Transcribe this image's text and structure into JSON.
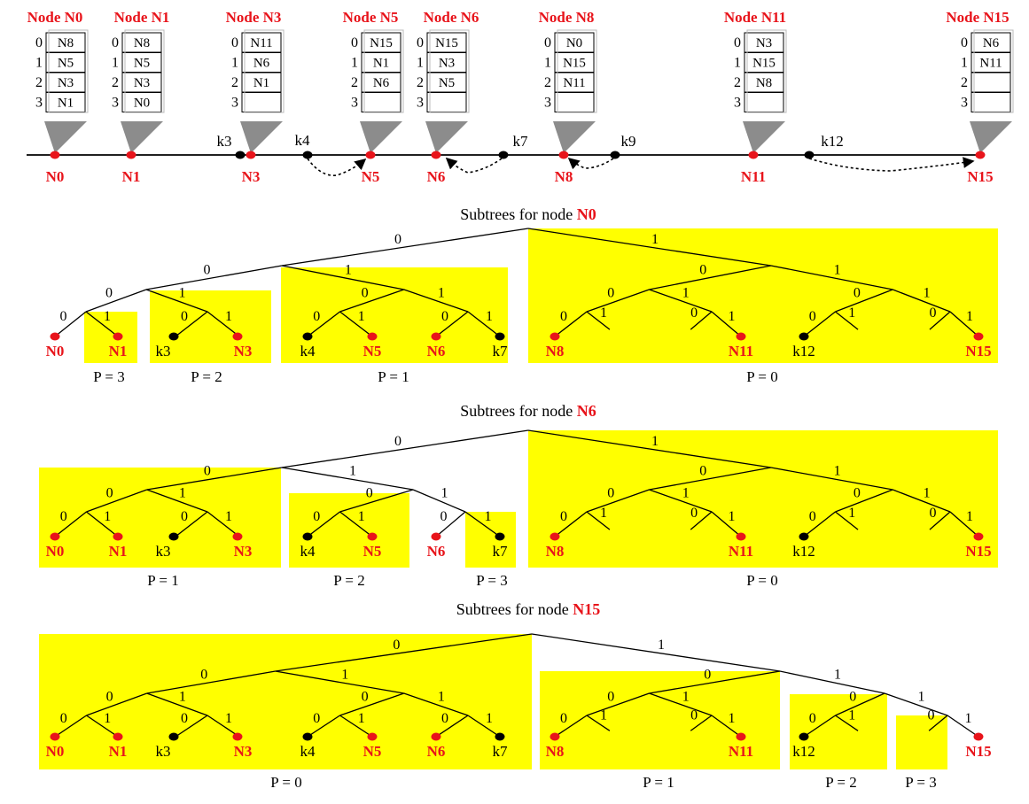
{
  "colors": {
    "red": "#e8141b",
    "black": "#000000",
    "highlight": "#ffff00",
    "cone": "#8c8c8c"
  },
  "top": {
    "nodes": [
      {
        "header": "Node N0",
        "label": "N0",
        "entries": [
          "N8",
          "N5",
          "N3",
          "N1"
        ]
      },
      {
        "header": "Node N1",
        "label": "N1",
        "entries": [
          "N8",
          "N5",
          "N3",
          "N0"
        ]
      },
      {
        "header": "Node N3",
        "label": "N3",
        "entries": [
          "N11",
          "N6",
          "N1",
          ""
        ]
      },
      {
        "header": "Node N5",
        "label": "N5",
        "entries": [
          "N15",
          "N1",
          "N6",
          ""
        ]
      },
      {
        "header": "Node N6",
        "label": "N6",
        "entries": [
          "N15",
          "N3",
          "N5",
          ""
        ]
      },
      {
        "header": "Node N8",
        "label": "N8",
        "entries": [
          "N0",
          "N15",
          "N11",
          ""
        ]
      },
      {
        "header": "Node N11",
        "label": "N11",
        "entries": [
          "N3",
          "N15",
          "N8",
          ""
        ]
      },
      {
        "header": "Node N15",
        "label": "N15",
        "entries": [
          "N6",
          "N11",
          "",
          ""
        ]
      }
    ],
    "row_index": [
      "0",
      "1",
      "2",
      "3"
    ],
    "keys": [
      "k3",
      "k4",
      "k7",
      "k9",
      "k12"
    ]
  },
  "panels": [
    {
      "title_prefix": "Subtrees for node ",
      "title_node": "N0",
      "edge_labels": {
        "zero": "0",
        "one": "1"
      },
      "leaf_labels": [
        "N0",
        "N1",
        "k3",
        "N3",
        "k4",
        "N5",
        "N6",
        "k7",
        "N8",
        "N11",
        "k12",
        "N15"
      ],
      "p_labels": [
        "P = 3",
        "P = 2",
        "P = 1",
        "P = 0"
      ]
    },
    {
      "title_prefix": "Subtrees for node ",
      "title_node": "N6",
      "edge_labels": {
        "zero": "0",
        "one": "1"
      },
      "leaf_labels": [
        "N0",
        "N1",
        "k3",
        "N3",
        "k4",
        "N5",
        "N6",
        "k7",
        "N8",
        "N11",
        "k12",
        "N15"
      ],
      "p_labels": [
        "P = 1",
        "P = 2",
        "P = 3",
        "P = 0"
      ]
    },
    {
      "title_prefix": "Subtrees for node ",
      "title_node": "N15",
      "edge_labels": {
        "zero": "0",
        "one": "1"
      },
      "leaf_labels": [
        "N0",
        "N1",
        "k3",
        "N3",
        "k4",
        "N5",
        "N6",
        "k7",
        "N8",
        "N11",
        "k12",
        "N15"
      ],
      "p_labels": [
        "P = 0",
        "P = 1",
        "P = 2",
        "P = 3"
      ]
    }
  ]
}
